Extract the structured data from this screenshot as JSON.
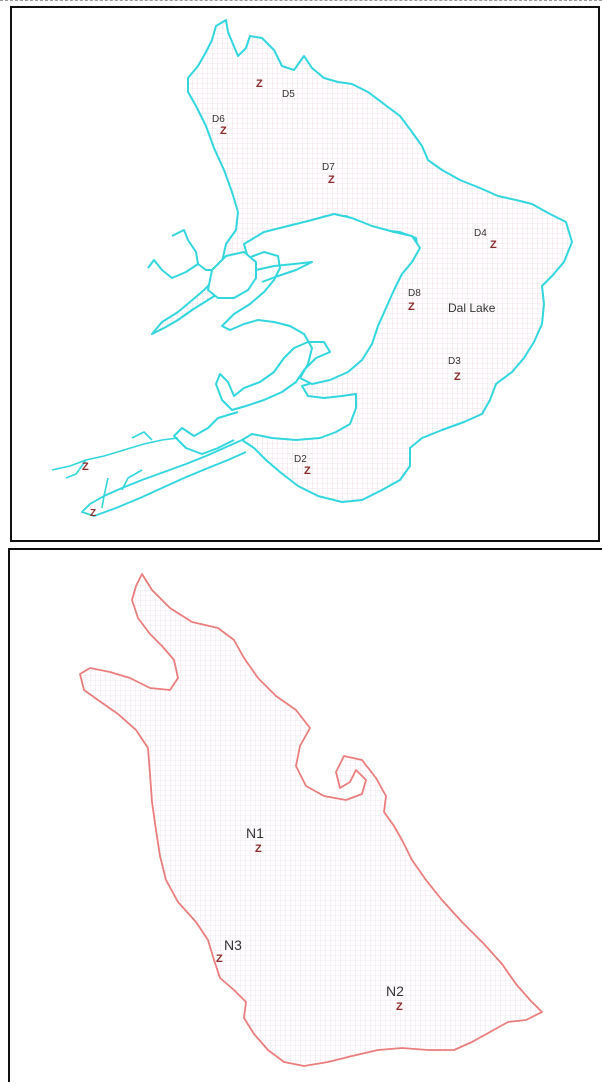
{
  "maps": {
    "dal": {
      "lake_label": "Dal Lake",
      "outline_color": "#33d6dd",
      "hatch_color": "#e6c9d9",
      "sites": [
        {
          "label": "D2",
          "marker": "Z"
        },
        {
          "label": "D3",
          "marker": "Z"
        },
        {
          "label": "D4",
          "marker": "Z"
        },
        {
          "label": "D5",
          "marker": "Z"
        },
        {
          "label": "D6",
          "marker": "Z"
        },
        {
          "label": "D7",
          "marker": "Z"
        },
        {
          "label": "D8",
          "marker": "Z"
        }
      ],
      "extra_markers": [
        "Z",
        "Z"
      ]
    },
    "nigeen": {
      "outline_color": "#ea7d7d",
      "hatch_color": "#e8d3e8",
      "sites": [
        {
          "label": "N1",
          "marker": "Z"
        },
        {
          "label": "N2",
          "marker": "Z"
        },
        {
          "label": "N3",
          "marker": "Z"
        }
      ]
    },
    "marker_color": "#8b2a2a"
  }
}
